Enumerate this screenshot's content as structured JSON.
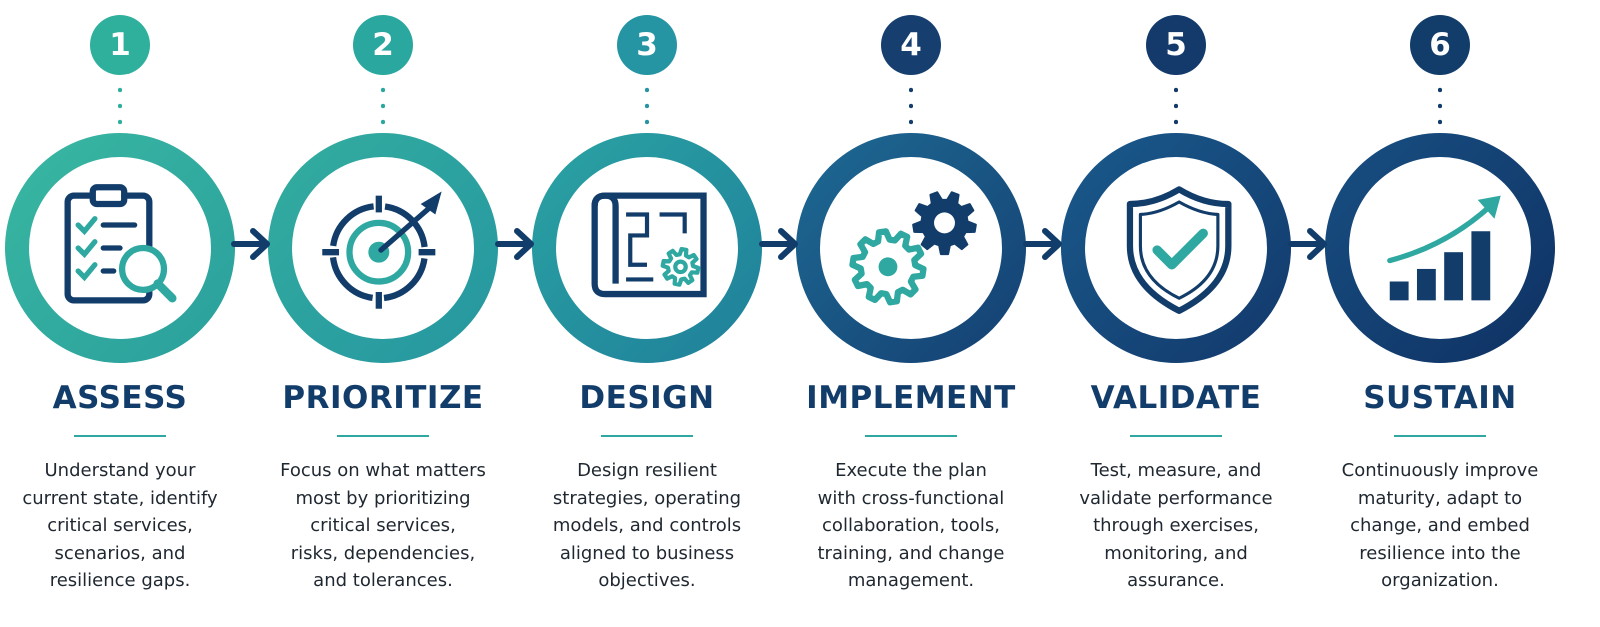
{
  "steps": [
    {
      "number": "1",
      "title": "ASSESS",
      "icon": "clipboard-magnifier-icon",
      "lines": [
        "Understand your",
        "current state, identify",
        "critical services,",
        "scenarios, and",
        "resilience gaps."
      ]
    },
    {
      "number": "2",
      "title": "PRIORITIZE",
      "icon": "target-dart-icon",
      "lines": [
        "Focus on what matters",
        "most by prioritizing",
        "critical services,",
        "risks, dependencies,",
        "and tolerances."
      ]
    },
    {
      "number": "3",
      "title": "DESIGN",
      "icon": "blueprint-gear-icon",
      "lines": [
        "Design resilient",
        "strategies, operating",
        "models, and controls",
        "aligned to business",
        "objectives."
      ]
    },
    {
      "number": "4",
      "title": "IMPLEMENT",
      "icon": "gears-icon",
      "lines": [
        "Execute the plan",
        "with cross-functional",
        "collaboration, tools,",
        "training, and change",
        "management."
      ]
    },
    {
      "number": "5",
      "title": "VALIDATE",
      "icon": "shield-check-icon",
      "lines": [
        "Test, measure, and",
        "validate performance",
        "through exercises,",
        "monitoring, and",
        "assurance."
      ]
    },
    {
      "number": "6",
      "title": "SUSTAIN",
      "icon": "growth-chart-icon",
      "lines": [
        "Continuously improve",
        "maturity, adapt to",
        "change, and embed",
        "resilience into the",
        "organization."
      ]
    }
  ],
  "colors": {
    "title": "#123d6b",
    "rule": "#2ea8a0",
    "text": "#1f2730",
    "arrow": "#123d6b",
    "icon_navy": "#123d6b",
    "icon_teal": "#2ea8a0",
    "steps": [
      {
        "badge": "#2fb09c",
        "ring_from": "#39b7a2",
        "ring_to": "#2a9f9c"
      },
      {
        "badge": "#2aa79f",
        "ring_from": "#33ad9f",
        "ring_to": "#2596a0"
      },
      {
        "badge": "#2595a3",
        "ring_from": "#2aa3a3",
        "ring_to": "#1f7f9a"
      },
      {
        "badge": "#163f70",
        "ring_from": "#1e6a94",
        "ring_to": "#143f72"
      },
      {
        "badge": "#14396b",
        "ring_from": "#1a5a8c",
        "ring_to": "#12386b"
      },
      {
        "badge": "#123d6b",
        "ring_from": "#184f82",
        "ring_to": "#0f3163"
      }
    ]
  }
}
